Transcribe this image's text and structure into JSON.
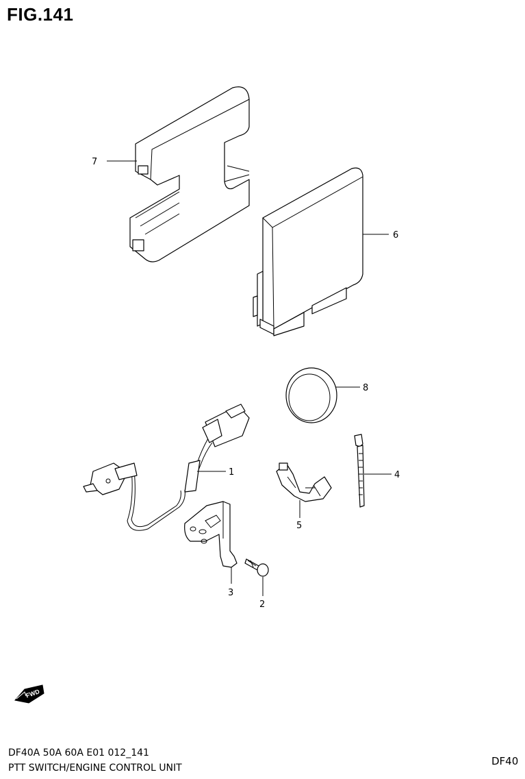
{
  "figure": {
    "title": "FIG.141"
  },
  "callouts": [
    "1",
    "2",
    "3",
    "4",
    "5",
    "6",
    "7",
    "8"
  ],
  "footer": {
    "code": "DF40A 50A 60A E01 012_141",
    "caption": "PTT SWITCH/ENGINE CONTROL UNIT",
    "model": "DF40"
  },
  "fwd_badge": "FWD"
}
